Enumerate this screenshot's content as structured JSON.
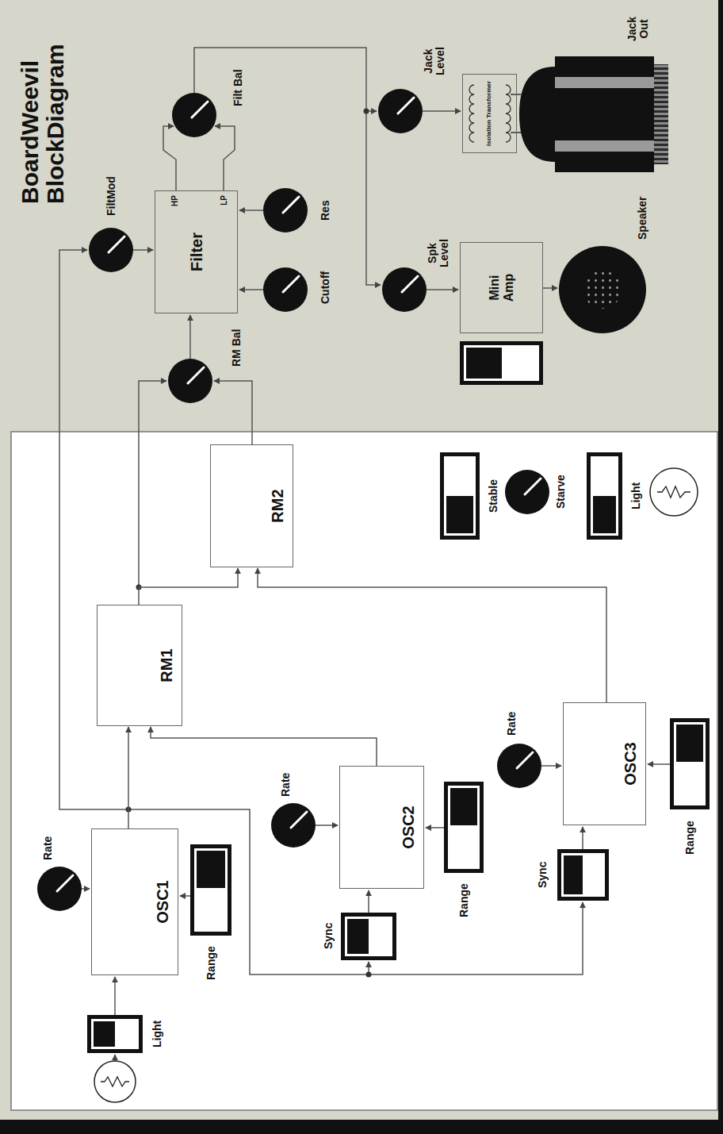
{
  "diagram": {
    "title": "BoardWeevil BlockDiagram",
    "nodes": [
      {
        "text": [
          "OSC1"
        ]
      },
      {
        "text": [
          "OSC2"
        ]
      },
      {
        "text": [
          "OSC3"
        ]
      },
      {
        "text": [
          "RM1"
        ]
      },
      {
        "text": [
          "RM2"
        ]
      },
      {
        "text": [
          "Filter",
          "HP",
          "LP"
        ]
      },
      {
        "text": [
          "Mini Amp"
        ]
      },
      {
        "text": [
          "Isolation Transformer"
        ]
      }
    ],
    "edges": [
      {
        "from": 0,
        "to": 3,
        "arrow": "to"
      },
      {
        "from": 1,
        "to": 3,
        "arrow": "to"
      },
      {
        "from": 3,
        "to": 4,
        "arrow": "to"
      },
      {
        "from": 2,
        "to": 4,
        "arrow": "to"
      }
    ],
    "labels": [
      "Rate",
      "Range",
      "Light",
      "Sync",
      "Rate",
      "Range",
      "Sync",
      "Rate",
      "Range",
      "Stable",
      "Starve",
      "Light",
      "RM Bal",
      "FiltMod",
      "Cutoff",
      "Res",
      "Filt Bal",
      "Jack Level",
      "Spk Level",
      "Speaker",
      "Jack Out"
    ]
  }
}
